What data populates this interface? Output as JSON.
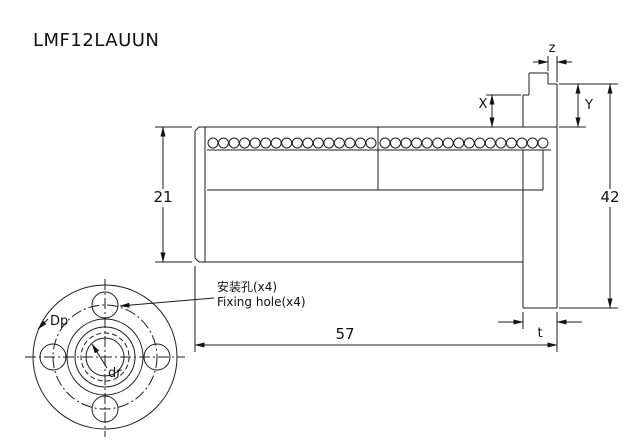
{
  "title": "LMF12LAUUN",
  "dimensions": {
    "z": "z",
    "x": "X",
    "y": "Y",
    "outer_diameter": "21",
    "flange_diameter": "42",
    "length": "57",
    "flange_thickness": "t",
    "pitch_circle": "Dp",
    "bore": "dr"
  },
  "annotations": {
    "fixing_hole_zh": "安装孔(x4)",
    "fixing_hole_en": "Fixing hole(x4)"
  }
}
